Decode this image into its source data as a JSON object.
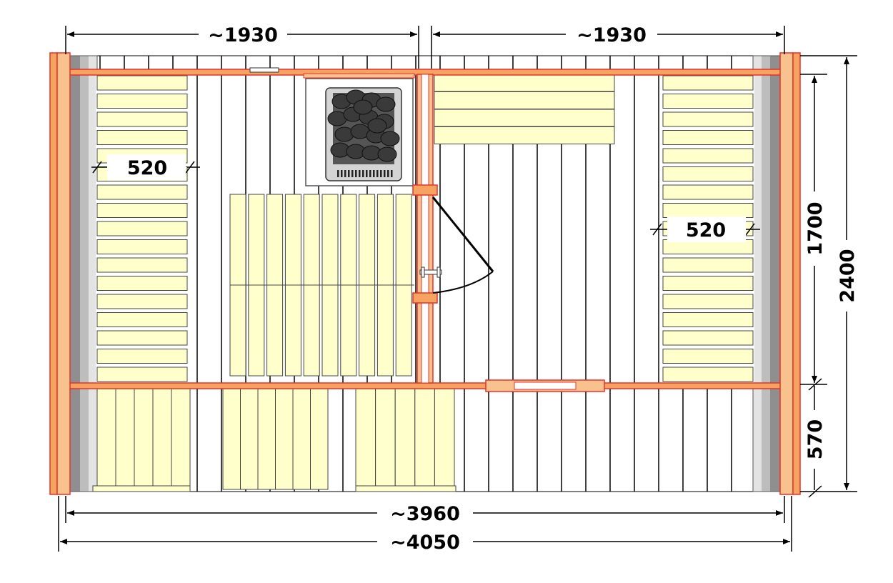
{
  "dimensions": {
    "top_left_width": "~1930",
    "top_right_width": "~1930",
    "bench_depth_left": "520",
    "bench_depth_right": "520",
    "inner_height": "1700",
    "total_height": "2400",
    "porch_depth": "570",
    "inner_length": "~3960",
    "total_length": "~4050"
  },
  "colors": {
    "wood_frame": "#f4a460",
    "frame_stroke": "#e8322a",
    "bench": "#ffffcc",
    "bench_stroke": "#444444",
    "stove_body": "#d4d4d4",
    "stones": "#3a3a3a",
    "gray_end": "#8f8f8f",
    "light_gray_end": "#d9d9d9"
  },
  "icons": {
    "stove": "sauna-stove-icon",
    "door_handle": "door-handle-icon"
  }
}
